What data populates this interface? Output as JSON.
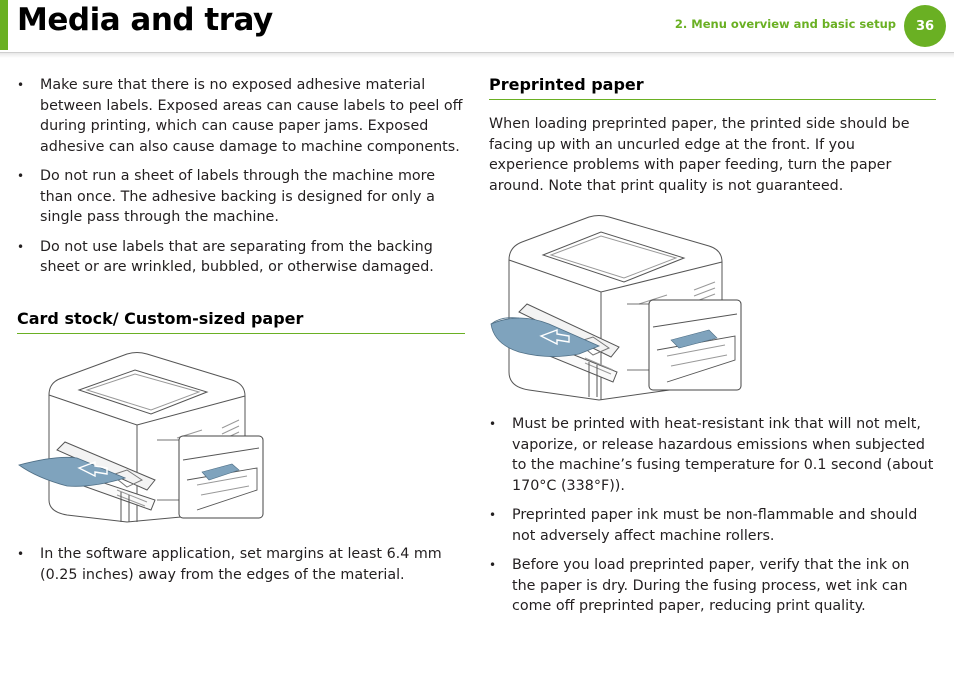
{
  "header": {
    "title": "Media and tray",
    "chapter": "2.  Menu overview and basic setup",
    "page_number": "36"
  },
  "left": {
    "label_bullets": [
      "Make sure that there is no exposed adhesive material between labels. Exposed areas can cause labels to peel off during printing, which can cause paper jams. Exposed adhesive can also cause damage to machine components.",
      "Do not run a sheet of labels through the machine more than once. The adhesive backing is designed for only a single pass through the machine.",
      "Do not use labels that are separating from the backing sheet or are wrinkled, bubbled, or otherwise damaged."
    ],
    "card_heading": "Card stock/ Custom-sized paper",
    "card_bullets": [
      "In the software application, set margins at least 6.4 mm (0.25 inches) away from the edges of the material."
    ]
  },
  "right": {
    "preprinted_heading": "Preprinted paper",
    "preprinted_intro": "When loading preprinted paper, the printed side should be facing up with an uncurled edge at the front. If you experience problems with paper feeding, turn the paper around. Note that print quality is not guaranteed.",
    "preprinted_bullets": [
      "Must be printed with heat-resistant ink that will not melt, vaporize, or release hazardous emissions when subjected to the machine’s fusing temperature for 0.1 second (about 170°C (338°F)).",
      "Preprinted paper ink must be non-flammable and should not adversely affect machine rollers.",
      "Before you load preprinted paper, verify that the ink on the paper is dry. During the fusing process, wet ink can come off preprinted paper, reducing print quality."
    ]
  },
  "colors": {
    "accent": "#6ab023",
    "text": "#231f20",
    "paper_blue": "#7fa3bd"
  }
}
